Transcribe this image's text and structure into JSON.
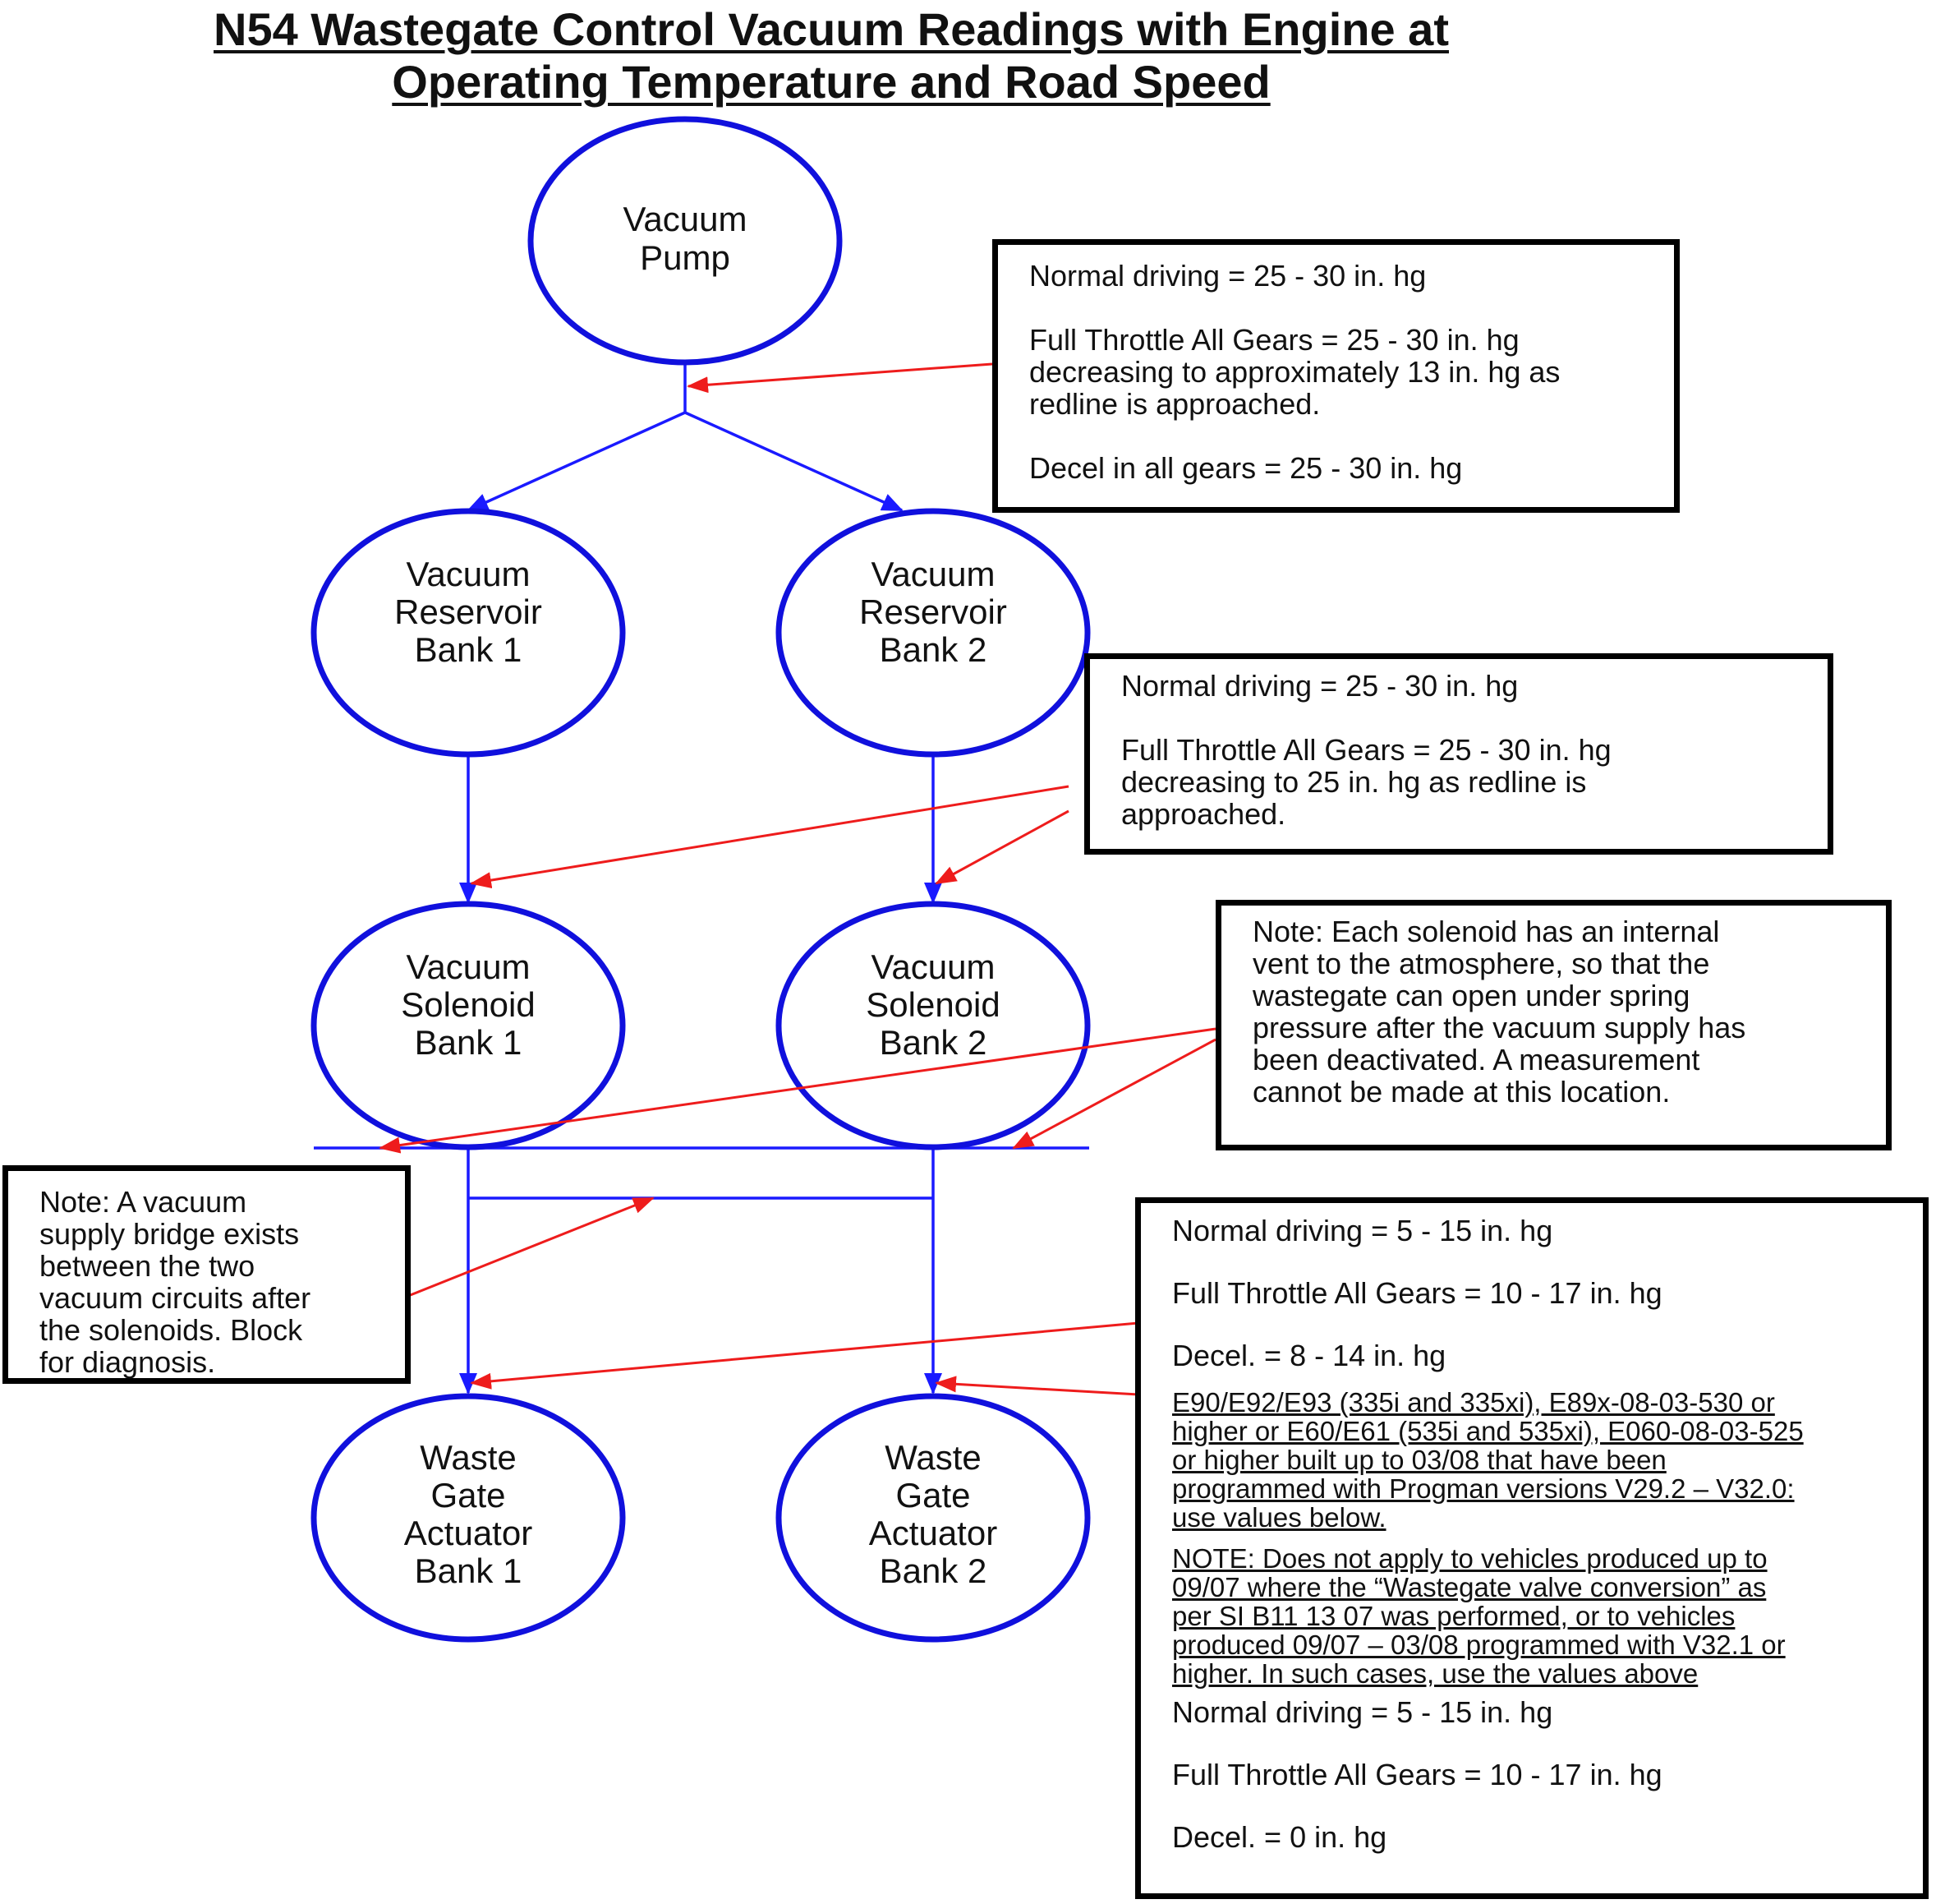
{
  "title": {
    "line1": "N54 Wastegate Control Vacuum Readings with Engine at",
    "line2": "Operating Temperature and Road Speed"
  },
  "nodes": {
    "pump": [
      "Vacuum",
      "Pump"
    ],
    "reservoir_1": [
      "Vacuum",
      "Reservoir",
      "Bank 1"
    ],
    "reservoir_2": [
      "Vacuum",
      "Reservoir",
      "Bank 2"
    ],
    "solenoid_1": [
      "Vacuum",
      "Solenoid",
      "Bank 1"
    ],
    "solenoid_2": [
      "Vacuum",
      "Solenoid",
      "Bank 2"
    ],
    "actuator_1": [
      "Waste",
      "Gate",
      "Actuator",
      "Bank 1"
    ],
    "actuator_2": [
      "Waste",
      "Gate",
      "Actuator",
      "Bank 2"
    ]
  },
  "box_pump": {
    "normal": "Normal driving = 25 - 30 in. hg",
    "full_1": "Full Throttle All Gears = 25 - 30 in. hg",
    "full_2": "decreasing to approximately 13 in. hg as",
    "full_3": "redline is approached.",
    "decel": "Decel in all gears = 25 - 30 in. hg"
  },
  "box_reservoir": {
    "normal": "Normal driving = 25 - 30 in. hg",
    "full_1": "Full Throttle All Gears = 25 - 30 in. hg",
    "full_2": "decreasing to 25 in. hg as redline is",
    "full_3": "approached."
  },
  "box_solenoid_note": {
    "l1": "Note: Each solenoid has an internal",
    "l2": "vent to the atmosphere, so that the",
    "l3": "wastegate can open under spring",
    "l4": "pressure after the vacuum supply has",
    "l5": "been deactivated. A measurement",
    "l6": "cannot be made at this location."
  },
  "box_bridge_note": {
    "l1": "Note: A vacuum",
    "l2": "supply bridge exists",
    "l3": "between the two",
    "l4": "vacuum circuits after",
    "l5": "the solenoids. Block",
    "l6": "for diagnosis."
  },
  "box_actuator": {
    "normal": "Normal driving = 5 - 15 in. hg",
    "full": "Full Throttle All Gears = 10 - 17 in. hg",
    "decel": "Decel. = 8 - 14 in. hg",
    "cond_1": "E90/E92/E93 (335i and 335xi), E89x-08-03-530 or",
    "cond_2": "higher or E60/E61 (535i and 535xi), E060-08-03-525",
    "cond_3": "or higher built up to 03/08 that have been",
    "cond_4": "programmed with Progman versions V29.2 – V32.0:",
    "cond_5": "use values below.",
    "note_1": "NOTE: Does not apply to vehicles produced up to",
    "note_2": "09/07 where the “Wastegate valve conversion” as",
    "note_3": "per SI B11 13 07 was performed, or to vehicles",
    "note_4": "produced 09/07 – 03/08 programmed with V32.1 or",
    "note_5": "higher. In such cases, use the values above",
    "normal_2": "Normal driving = 5 - 15 in. hg",
    "full_2": "Full Throttle All Gears = 10 - 17 in. hg",
    "decel_2": "Decel. = 0 in. hg"
  },
  "colors": {
    "flow": "#1a1aff",
    "node_stroke": "#1010dd",
    "pointer": "#ee1c1c",
    "box_border": "#000000"
  }
}
